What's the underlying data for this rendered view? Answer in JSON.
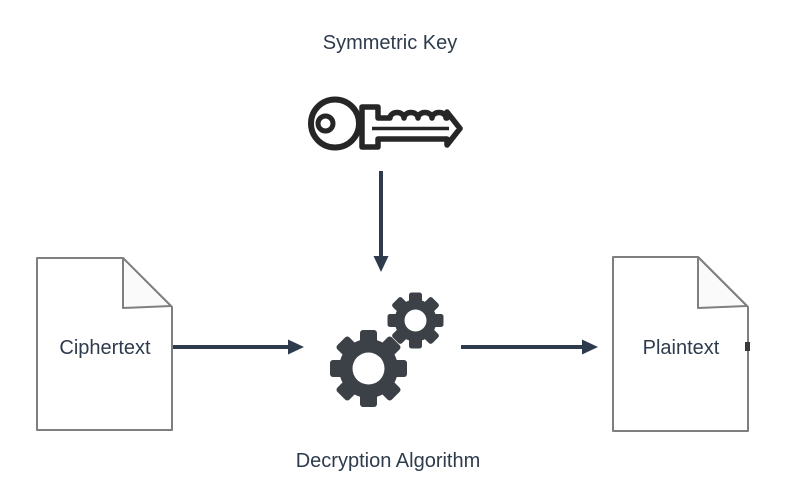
{
  "diagram": {
    "symmetric_key_label": "Symmetric Key",
    "ciphertext_label": "Ciphertext",
    "plaintext_label": "Plaintext",
    "decryption_algorithm_label": "Decryption Algorithm"
  },
  "icons": {
    "key_icon": "outline-key-pointing-right",
    "gears_icon": "two-solid-gears",
    "down_arrow_icon": "straight-arrow-down",
    "right_arrow_icon": "straight-arrow-right"
  },
  "colors": {
    "label_text": "#2E3B4D",
    "arrow": "#2E3B4D",
    "gear_fill": "#3C4047",
    "key_stroke": "#262626",
    "document_border": "#7F7F7F",
    "document_fill": "#FFFFFF",
    "background": "#FFFFFF"
  }
}
